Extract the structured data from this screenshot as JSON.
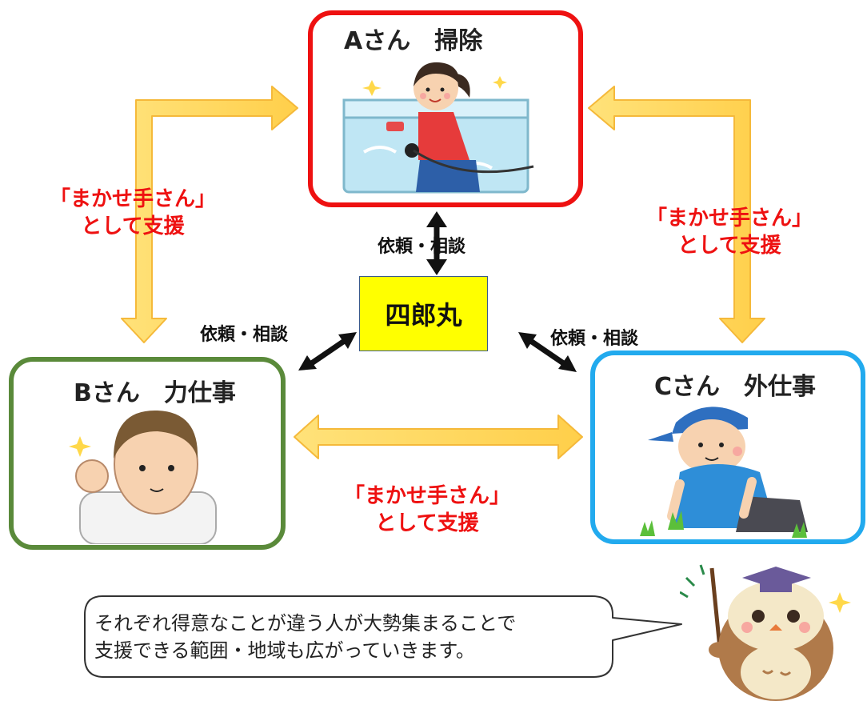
{
  "center": {
    "label": "四郎丸"
  },
  "people": {
    "a": {
      "title": "Aさん　掃除"
    },
    "b": {
      "title": "Bさん　力仕事"
    },
    "c": {
      "title": "Cさん　外仕事"
    }
  },
  "links": {
    "a_center": "依頼・相談",
    "b_center": "依頼・相談",
    "c_center": "依頼・相談"
  },
  "support_labels": {
    "left": {
      "line1": "「まかせ手さん」",
      "line2": "として支援"
    },
    "right": {
      "line1": "「まかせ手さん」",
      "line2": "として支援"
    },
    "bottom": {
      "line1": "「まかせ手さん」",
      "line2": "として支援"
    }
  },
  "callout": {
    "line1": "それぞれ得意なことが違う人が大勢集まることで",
    "line2": "支援できる範囲・地域も広がっていきます。"
  },
  "colors": {
    "box_a": "#ee1111",
    "box_b": "#5a8a3a",
    "box_c": "#22aaee",
    "support_arrow": "#ffd35a",
    "center_fill": "#ffff00"
  }
}
